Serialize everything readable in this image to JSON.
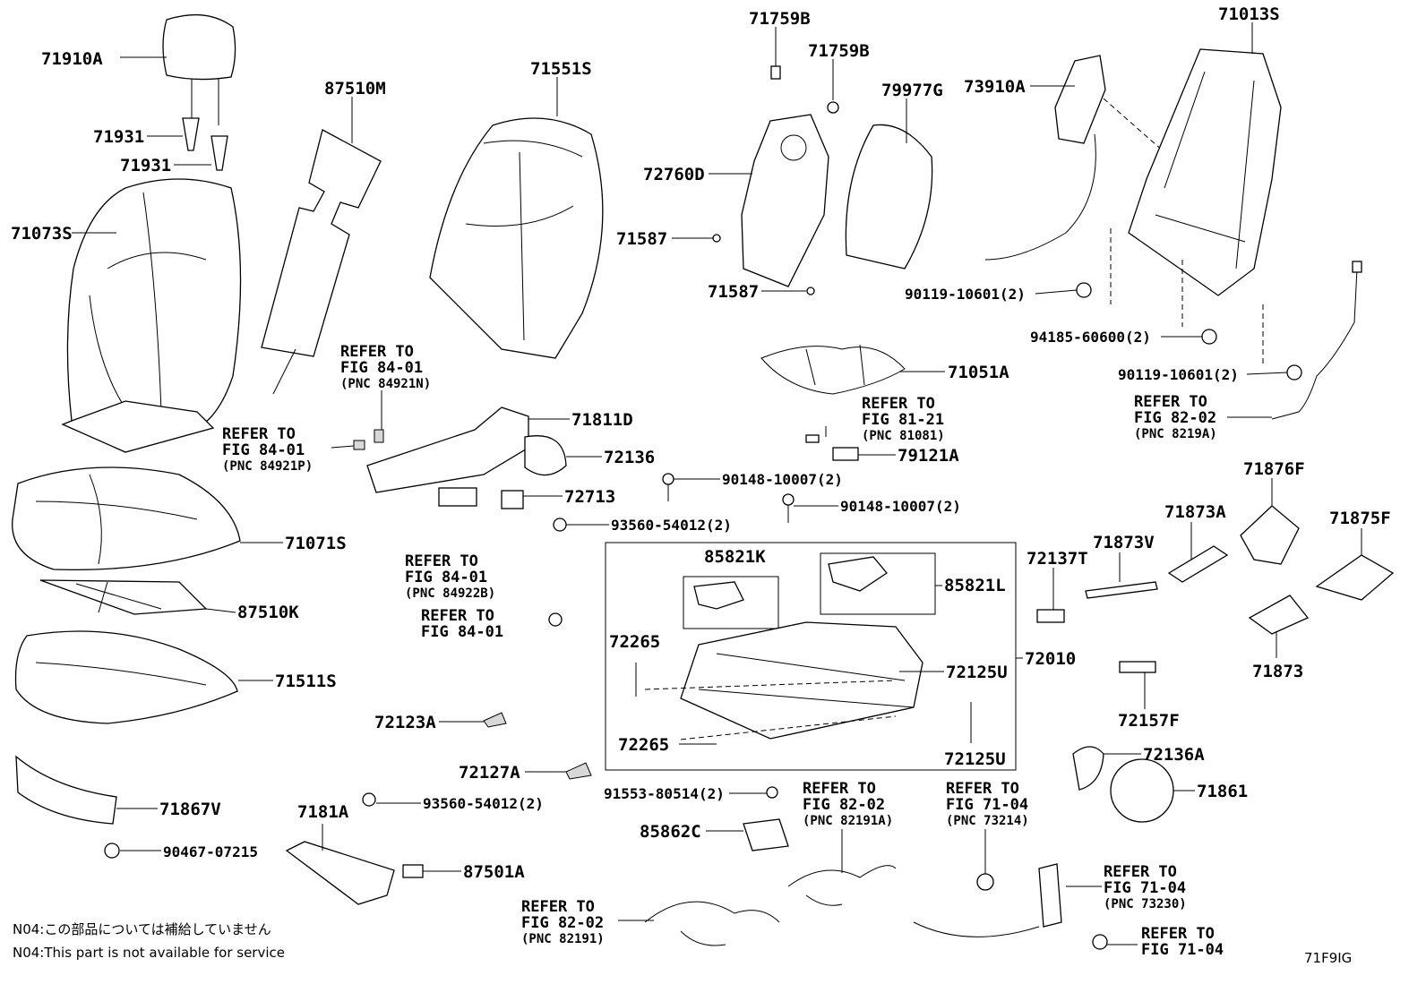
{
  "labels": {
    "p71910A": "71910A",
    "p71931a": "71931",
    "p71931b": "71931",
    "p71073S": "71073S",
    "p87510M": "87510M",
    "p71551S": "71551S",
    "p71759Ba": "71759B",
    "p71759Bb": "71759B",
    "p72760D": "72760D",
    "p71587a": "71587",
    "p71587b": "71587",
    "p79977G": "79977G",
    "p73910A": "73910A",
    "p71013S": "71013S",
    "p90119a": "90119-10601(2)",
    "p94185": "94185-60600(2)",
    "p90119b": "90119-10601(2)",
    "p71051A": "71051A",
    "p79121A": "79121A",
    "p71811D": "71811D",
    "p72136": "72136",
    "p72713": "72713",
    "p93560a": "93560-54012(2)",
    "p90148a": "90148-10007(2)",
    "p90148b": "90148-10007(2)",
    "p71071S": "71071S",
    "p87510K": "87510K",
    "p71511S": "71511S",
    "p72123A": "72123A",
    "p72127A": "72127A",
    "p71867V": "71867V",
    "p90467": "90467-07215",
    "p7181A": "7181A",
    "p93560b": "93560-54012(2)",
    "p87501A": "87501A",
    "p85821K": "85821K",
    "p85821L": "85821L",
    "p72265a": "72265",
    "p72265b": "72265",
    "p72125Ua": "72125U",
    "p72125Ub": "72125U",
    "p72010": "72010",
    "p91553": "91553-80514(2)",
    "p85862C": "85862C",
    "p72137T": "72137T",
    "p71873V": "71873V",
    "p71873A": "71873A",
    "p71876F": "71876F",
    "p71875F": "71875F",
    "p71873": "71873",
    "p72157F": "72157F",
    "p72136A": "72136A",
    "p71861": "71861"
  },
  "refers": [
    {
      "id": "r1",
      "l1": "REFER TO",
      "l2": "FIG 84-01",
      "l3": "(PNC 84921N)"
    },
    {
      "id": "r2",
      "l1": "REFER TO",
      "l2": "FIG 84-01",
      "l3": "(PNC 84921P)"
    },
    {
      "id": "r3",
      "l1": "REFER TO",
      "l2": "FIG 84-01",
      "l3": "(PNC 84922B)"
    },
    {
      "id": "r4",
      "l1": "REFER TO",
      "l2": "FIG 84-01",
      "l3": ""
    },
    {
      "id": "r5",
      "l1": "REFER TO",
      "l2": "FIG 81-21",
      "l3": "(PNC 81081)"
    },
    {
      "id": "r6",
      "l1": "REFER TO",
      "l2": "FIG 82-02",
      "l3": "(PNC 8219A)"
    },
    {
      "id": "r7",
      "l1": "REFER TO",
      "l2": "FIG 82-02",
      "l3": "(PNC 82191A)"
    },
    {
      "id": "r8",
      "l1": "REFER TO",
      "l2": "FIG 71-04",
      "l3": "(PNC 73214)"
    },
    {
      "id": "r9",
      "l1": "REFER TO",
      "l2": "FIG 71-04",
      "l3": "(PNC 73230)"
    },
    {
      "id": "r10",
      "l1": "REFER TO",
      "l2": "FIG 82-02",
      "l3": "(PNC 82191)"
    },
    {
      "id": "r11",
      "l1": "REFER TO",
      "l2": "FIG 71-04",
      "l3": ""
    }
  ],
  "notes": {
    "jp": "N04:この部品については補給していません",
    "en": "N04:This part is not available for service"
  },
  "figure_code": "71F9IG"
}
